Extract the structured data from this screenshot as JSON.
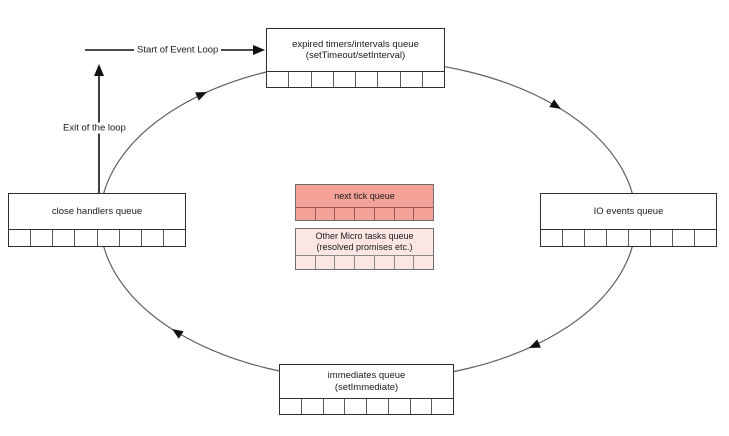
{
  "labels": {
    "start_arrow": "Start of Event Loop",
    "exit_arrow": "Exit of the loop"
  },
  "queues": {
    "timers": {
      "label": "expired timers/intervals queue",
      "sublabel": "(setTimeout/setInterval)",
      "cells": 8
    },
    "io": {
      "label": "IO events queue",
      "cells": 8
    },
    "immediates": {
      "label": "immediates queue",
      "sublabel": "(setImmediate)",
      "cells": 8
    },
    "close": {
      "label": "close handlers queue",
      "cells": 8
    },
    "next_tick": {
      "label": "next tick queue",
      "cells": 7
    },
    "microtasks": {
      "label": "Other Micro tasks queue",
      "sublabel": "(resolved promises etc.)",
      "cells": 7
    }
  },
  "colors": {
    "next_tick_fill": "#f4a197",
    "microtasks_fill": "#fbe6e3",
    "loop_stroke": "#5f5f5f",
    "arrow_color": "#111111",
    "box_border": "#2f2f2f"
  }
}
